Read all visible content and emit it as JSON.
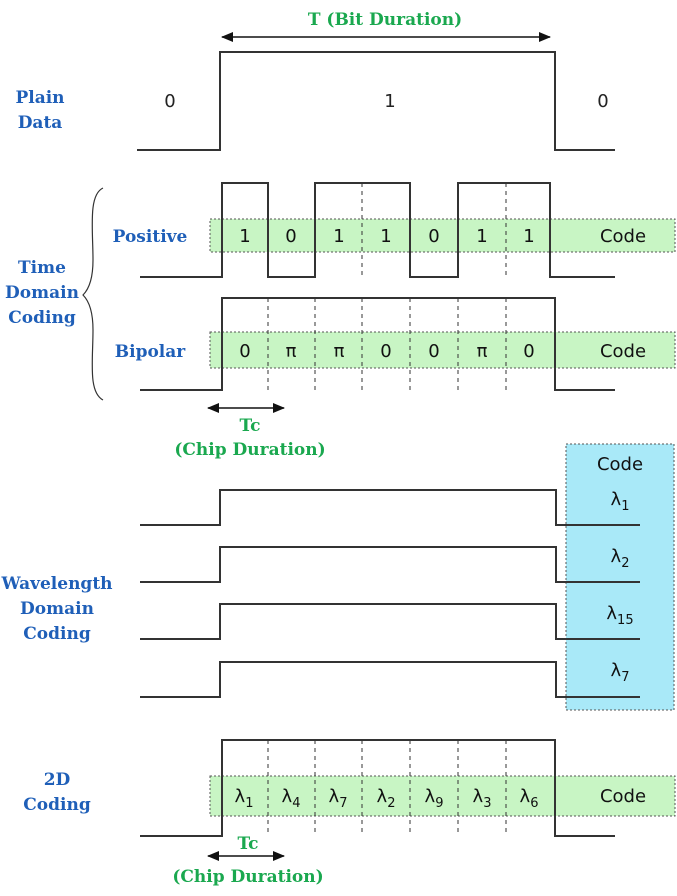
{
  "bit_duration_label": "T (Bit Duration)",
  "plain_data": {
    "label_line1": "Plain",
    "label_line2": "Data",
    "bits": [
      "0",
      "1",
      "0"
    ]
  },
  "time_domain": {
    "label_line1": "Time",
    "label_line2": "Domain",
    "label_line3": "Coding",
    "positive": {
      "label": "Positive",
      "chips": [
        "1",
        "0",
        "1",
        "1",
        "0",
        "1",
        "1"
      ],
      "code_label": "Code"
    },
    "bipolar": {
      "label": "Bipolar",
      "chips": [
        "0",
        "π",
        "π",
        "0",
        "0",
        "π",
        "0"
      ],
      "code_label": "Code"
    },
    "tc_label": "Tc",
    "chip_duration_label": "(Chip Duration)"
  },
  "wavelength_domain": {
    "label_line1": "Wavelength",
    "label_line2": "Domain",
    "label_line3": "Coding",
    "code_header": "Code",
    "codes": [
      {
        "base": "λ",
        "sub": "1"
      },
      {
        "base": "λ",
        "sub": "2"
      },
      {
        "base": "λ",
        "sub": "15"
      },
      {
        "base": "λ",
        "sub": "7"
      }
    ]
  },
  "two_d": {
    "label_line1": "2D",
    "label_line2": "Coding",
    "chips": [
      {
        "base": "λ",
        "sub": "1"
      },
      {
        "base": "λ",
        "sub": "4"
      },
      {
        "base": "λ",
        "sub": "7"
      },
      {
        "base": "λ",
        "sub": "2"
      },
      {
        "base": "λ",
        "sub": "9"
      },
      {
        "base": "λ",
        "sub": "3"
      },
      {
        "base": "λ",
        "sub": "6"
      }
    ],
    "code_label": "Code",
    "tc_label": "Tc",
    "chip_duration_label": "(Chip Duration)"
  }
}
